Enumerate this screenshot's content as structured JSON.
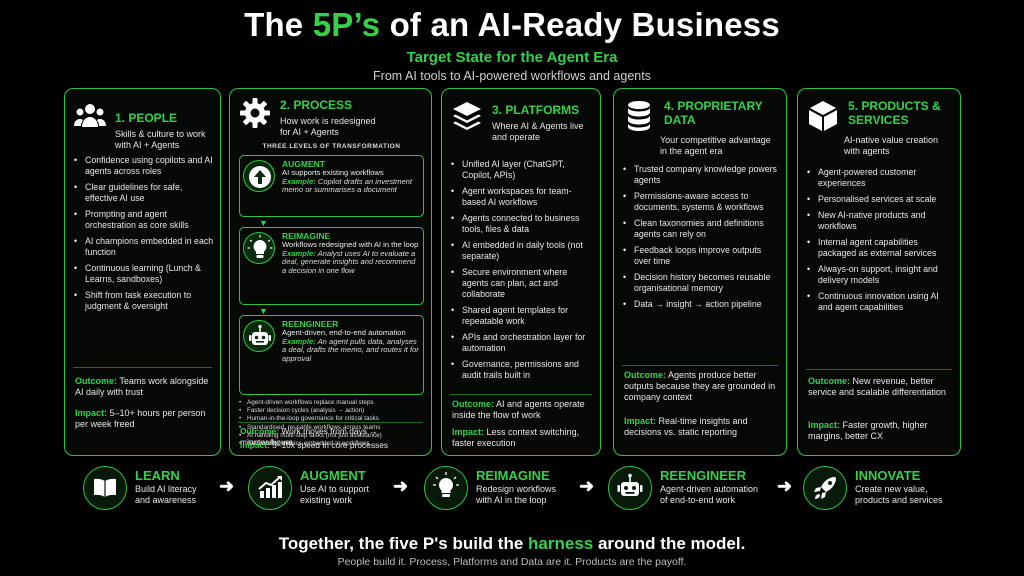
{
  "header": {
    "title_pre": "The ",
    "title_accent": "5P’s",
    "title_post": " of an AI-Ready Business",
    "subtitle": "Target State for the Agent Era",
    "tagline": "From AI tools to AI-powered workflows and agents"
  },
  "pillars": [
    {
      "title": "1. PEOPLE",
      "desc_lines": [
        "Skills & culture to work",
        "with AI + Agents"
      ],
      "icon": "people-icon",
      "bullets": [
        "Confidence using copilots and AI agents across roles",
        "Clear guidelines for safe, effective AI use",
        "Prompting and agent orchestration as core skills",
        "AI champions embedded in each function",
        "Continuous learning (Lunch & Learns, sandboxes)",
        "Shift from task execution to judgment & oversight"
      ],
      "outcome": "Teams work alongside AI daily with trust",
      "impact": "5–10+ hours per person per week freed"
    },
    {
      "title": "2. PROCESS",
      "desc_lines": [
        "How work is redesigned",
        "for AI + Agents"
      ],
      "icon": "gear-icon",
      "levels_title": "THREE LEVELS OF TRANSFORMATION",
      "levels": [
        {
          "name": "AUGMENT",
          "desc": "AI supports existing workflows",
          "example": "Copilot drafts an investment memo or summarises a document",
          "icon": "arrow-up-icon"
        },
        {
          "name": "REIMAGINE",
          "desc": "Workflows redesigned with AI in the loop",
          "example": "Analyst uses AI to evaluate a deal, generate insights and recommend a decision in one flow",
          "icon": "lightbulb-icon"
        },
        {
          "name": "REENGINEER",
          "desc": "Agent-driven, end-to-end automation",
          "example": "An agent pulls data, analyses a deal, drafts the memo, and routes it for approval",
          "icon": "robot-icon"
        }
      ],
      "example_label": "Example:",
      "small_bullets": [
        "Agent-driven workflows replace manual steps",
        "Faster decision cycles (analysis → action)",
        "Human-in-the-loop governance for critical tasks",
        "Standardised, reusable workflows across teams",
        "AI handling multi-step tasks (not just assistance)",
        "Before/after metrics embedded in workflows"
      ],
      "outcome": "Work moves from days → minutes/hours",
      "impact": "5–10x speed in core processes"
    },
    {
      "title": "3. PLATFORMS",
      "desc_lines": [
        "Where AI & Agents live",
        "and operate"
      ],
      "icon": "layers-icon",
      "bullets": [
        "Unified AI layer (ChatGPT, Copilot, APIs)",
        "Agent workspaces for team-based AI workflows",
        "Agents connected to business tools, files & data",
        "AI embedded in daily tools (not separate)",
        "Secure environment where agents can plan, act and collaborate",
        "Shared agent templates for repeatable work",
        "APIs and orchestration layer for automation",
        "Governance, permissions and audit trails built in"
      ],
      "outcome": "AI and agents operate inside the flow of work",
      "impact": "Less context switching, faster execution"
    },
    {
      "title_lines": [
        "4. PROPRIETARY",
        "DATA"
      ],
      "desc_lines": [
        "Your competitive advantage",
        "in the agent era"
      ],
      "icon": "database-icon",
      "bullets": [
        "Trusted company knowledge powers agents",
        "Permissions-aware access to documents, systems & workflows",
        "Clean taxonomies and definitions agents can rely on",
        "Feedback loops improve outputs over time",
        "Decision history becomes reusable organisational memory",
        "Data → insight → action pipeline"
      ],
      "outcome": "Agents produce better outputs because they are grounded in company context",
      "impact": "Real-time insights and decisions vs. static reporting"
    },
    {
      "title_lines": [
        "5. PRODUCTS &",
        "SERVICES"
      ],
      "desc_lines": [
        "AI-native value creation",
        "with agents"
      ],
      "icon": "cube-icon",
      "bullets": [
        "Agent-powered customer experiences",
        "Personalised services at scale",
        "New AI-native products and workflows",
        "Internal agent capabilities packaged as external services",
        "Always-on support, insight and delivery models",
        "Continuous innovation using AI and agent capabilities"
      ],
      "outcome": "New revenue, better service and scalable differentiation",
      "impact": "Faster growth, higher margins, better CX"
    }
  ],
  "labels": {
    "outcome": "Outcome:",
    "impact": "Impact:"
  },
  "flow": [
    {
      "name": "LEARN",
      "desc": [
        "Build AI literacy",
        "and awareness"
      ],
      "icon": "book-icon"
    },
    {
      "name": "AUGMENT",
      "desc": [
        "Use AI to support",
        "existing work"
      ],
      "icon": "growth-chart-icon"
    },
    {
      "name": "REIMAGINE",
      "desc": [
        "Redesign workflows",
        "with AI in the loop"
      ],
      "icon": "lightbulb-icon"
    },
    {
      "name": "REENGINEER",
      "desc": [
        "Agent-driven automation",
        "of end-to-end work"
      ],
      "icon": "robot-icon"
    },
    {
      "name": "INNOVATE",
      "desc": [
        "Create new value,",
        "products and services"
      ],
      "icon": "rocket-icon"
    }
  ],
  "footer": {
    "pre": "Together, the five P's build the ",
    "accent": "harness",
    "post": " around the model.",
    "line2": "People build it.  Process, Platforms and Data are it.  Products are the payoff."
  },
  "colors": {
    "accent": "#35d04a",
    "border": "#2fc241",
    "background": "#000000"
  }
}
